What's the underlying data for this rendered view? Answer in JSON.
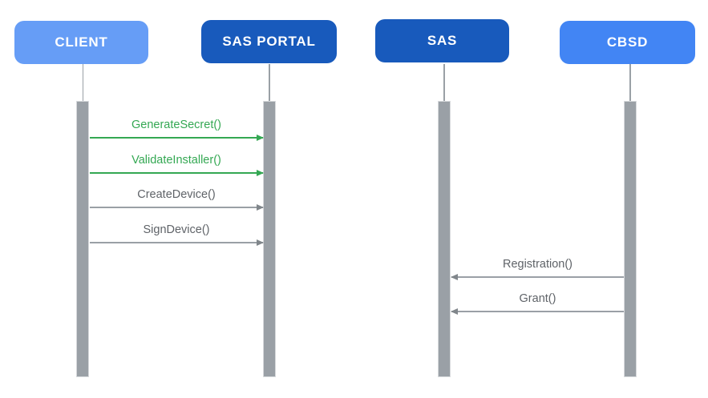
{
  "diagram": {
    "type": "sequence-diagram",
    "actors": [
      {
        "id": "client",
        "label": "CLIENT",
        "color": "#669DF6",
        "text_color": "#FFFFFF"
      },
      {
        "id": "sas-portal",
        "label": "SAS PORTAL",
        "color": "#185ABC",
        "text_color": "#FFFFFF"
      },
      {
        "id": "sas",
        "label": "SAS",
        "color": "#185ABC",
        "text_color": "#FFFFFF"
      },
      {
        "id": "cbsd",
        "label": "CBSD",
        "color": "#4285F4",
        "text_color": "#FFFFFF"
      }
    ],
    "messages": [
      {
        "label": "GenerateSecret()",
        "from": "CLIENT",
        "to": "SAS PORTAL",
        "direction": "right",
        "color": "#34A853"
      },
      {
        "label": "ValidateInstaller()",
        "from": "CLIENT",
        "to": "SAS PORTAL",
        "direction": "right",
        "color": "#34A853"
      },
      {
        "label": "CreateDevice()",
        "from": "CLIENT",
        "to": "SAS PORTAL",
        "direction": "right",
        "color": "#5F6368"
      },
      {
        "label": "SignDevice()",
        "from": "CLIENT",
        "to": "SAS PORTAL",
        "direction": "right",
        "color": "#5F6368"
      },
      {
        "label": "Registration()",
        "from": "CBSD",
        "to": "SAS",
        "direction": "left",
        "color": "#5F6368"
      },
      {
        "label": "Grant()",
        "from": "CBSD",
        "to": "SAS",
        "direction": "left",
        "color": "#5F6368"
      }
    ],
    "lifeline_color": "#9AA0A6"
  }
}
